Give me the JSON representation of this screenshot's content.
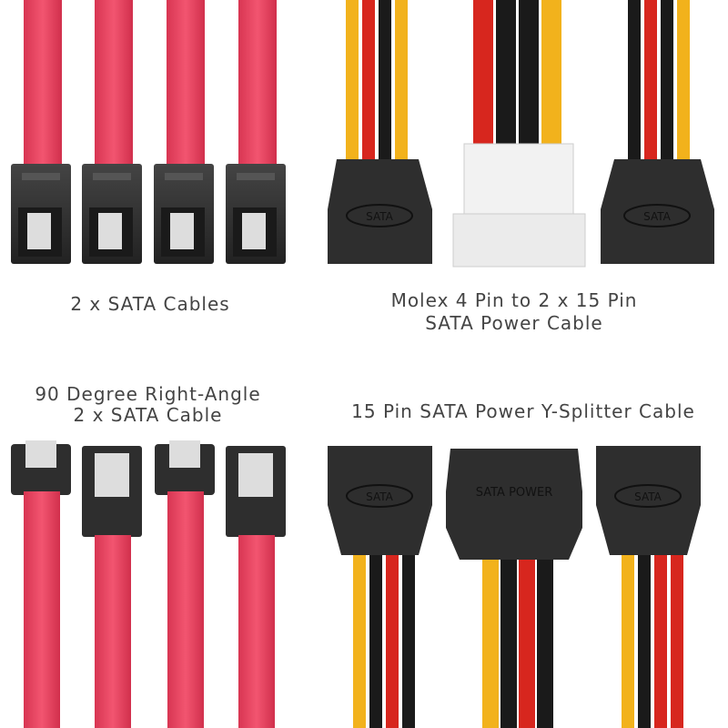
{
  "captions": {
    "sata_cables": "2 x SATA Cables",
    "molex_line1": "Molex 4 Pin to 2 x 15 Pin",
    "molex_line2": "SATA Power Cable",
    "right_angle_line1": "90 Degree Right-Angle",
    "right_angle_line2": "2 x SATA Cable",
    "y_splitter": "15 Pin SATA Power Y-Splitter Cable"
  },
  "connector_labels": {
    "sata": "SATA",
    "sata_power": "SATA POWER"
  },
  "colors": {
    "sata_red": "#e8435e",
    "connector_black": "#2b2b2b",
    "molex_white": "#f2f2f2",
    "wire_red": "#d7261e",
    "wire_yellow": "#f2b21c",
    "wire_black": "#1a1a1a"
  }
}
